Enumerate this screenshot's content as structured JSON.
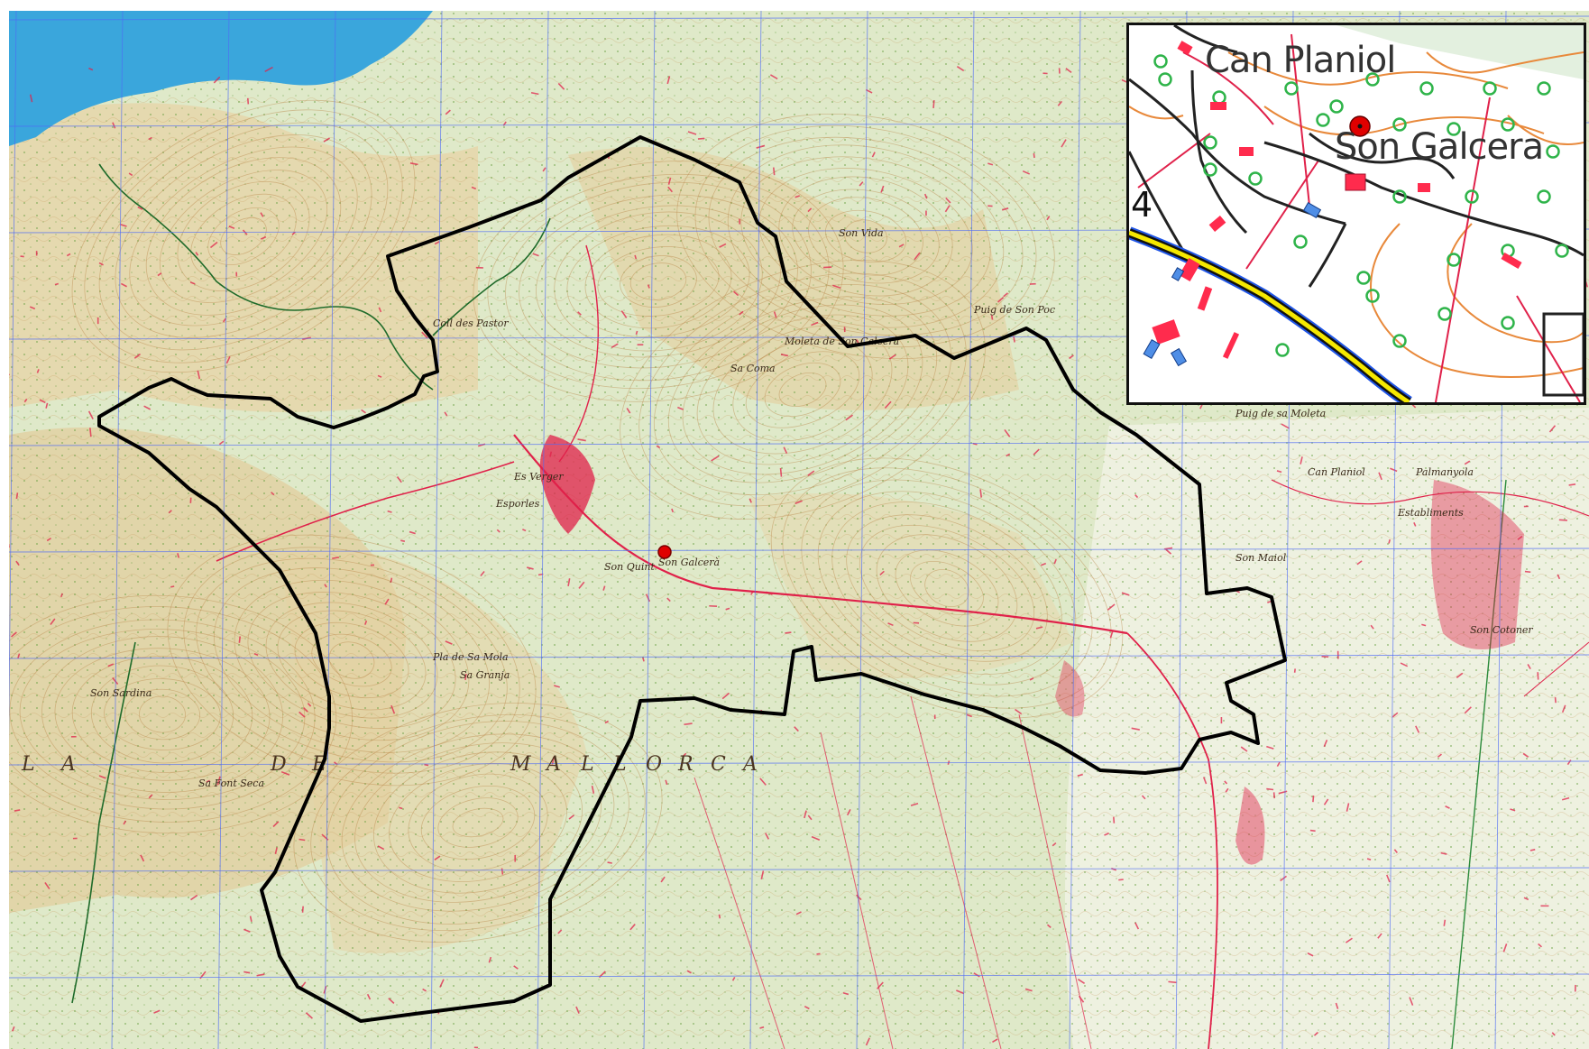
{
  "map": {
    "region_label_letters": [
      "L",
      "A",
      "D",
      "E",
      "M",
      "A",
      "L",
      "L",
      "O",
      "R",
      "C",
      "A"
    ],
    "region_label": "LA DE MALLORCA",
    "place_labels": [
      "Esporles",
      "Son Galcerà",
      "Can Planiol",
      "Puig de sa Moleta",
      "Son Maiol",
      "Sa Granja",
      "Establiments",
      "Son Cotoner",
      "Palmanyola",
      "Son Sardina",
      "Es Verger",
      "Coll des Pastor",
      "Pla de Sa Mola",
      "Sa Font Seca",
      "Sa Coma",
      "Son Quint",
      "Son Vida",
      "Puig de Son Poc",
      "Moleta de Son Calcerà"
    ],
    "colors": {
      "boundary": "#000000",
      "grid": "#4f6bf5",
      "terrain_green": "#dfe9c9",
      "terrain_tan": "#e7d3a6",
      "contour": "#b88648",
      "sea": "#3aa6dc",
      "roads": "#e0214a",
      "marker": "#e00000"
    }
  },
  "inset": {
    "labels": {
      "top": "Can Planiol",
      "right": "Son Galcera"
    },
    "road_number": "4",
    "colors": {
      "road_yellow": "#f5e800",
      "road_blue": "#1f55e6",
      "contour": "#e8893b",
      "building": "#ff2b4d",
      "tree": "#2fb44a",
      "marker": "#e00000"
    }
  }
}
